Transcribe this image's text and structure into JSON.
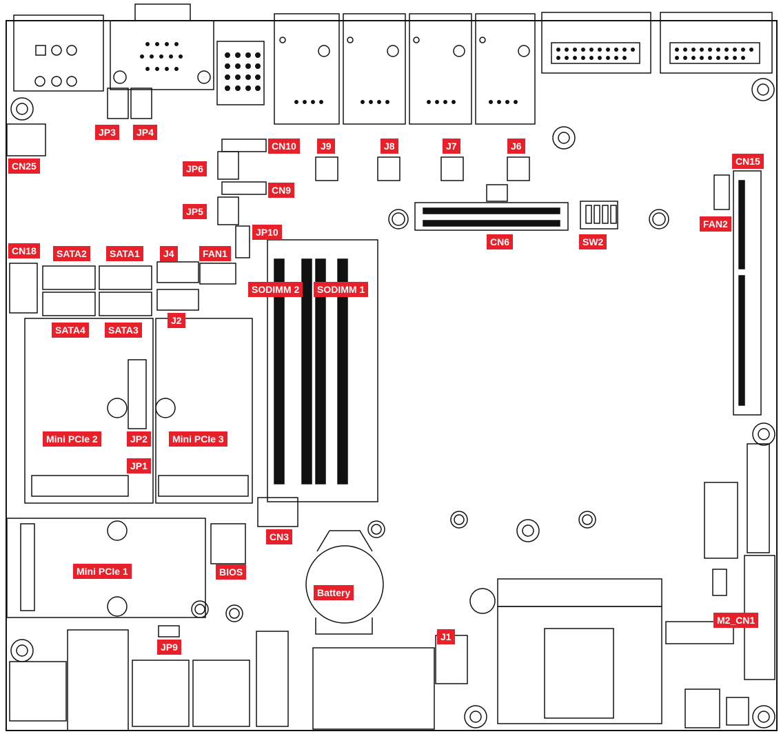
{
  "diagram": {
    "labels": {
      "jp3": "JP3",
      "jp4": "JP4",
      "cn25": "CN25",
      "cn10": "CN10",
      "jp6": "JP6",
      "cn9": "CN9",
      "jp5": "JP5",
      "jp10": "JP10",
      "j9": "J9",
      "j8": "J8",
      "j7": "J7",
      "j6": "J6",
      "cn15": "CN15",
      "fan2": "FAN2",
      "cn6": "CN6",
      "sw2": "SW2",
      "cn18": "CN18",
      "sata2": "SATA2",
      "sata1": "SATA1",
      "j4": "J4",
      "fan1": "FAN1",
      "sodimm2": "SODIMM 2",
      "sodimm1": "SODIMM 1",
      "j2": "J2",
      "sata4": "SATA4",
      "sata3": "SATA3",
      "mini_pcie2": "Mini PCIe 2",
      "jp2": "JP2",
      "mini_pcie3": "Mini PCIe 3",
      "jp1": "JP1",
      "cn3": "CN3",
      "mini_pcie1": "Mini PCIe 1",
      "bios": "BIOS",
      "battery": "Battery",
      "jp9": "JP9",
      "j1": "J1",
      "m2_cn1": "M2_CN1"
    }
  }
}
